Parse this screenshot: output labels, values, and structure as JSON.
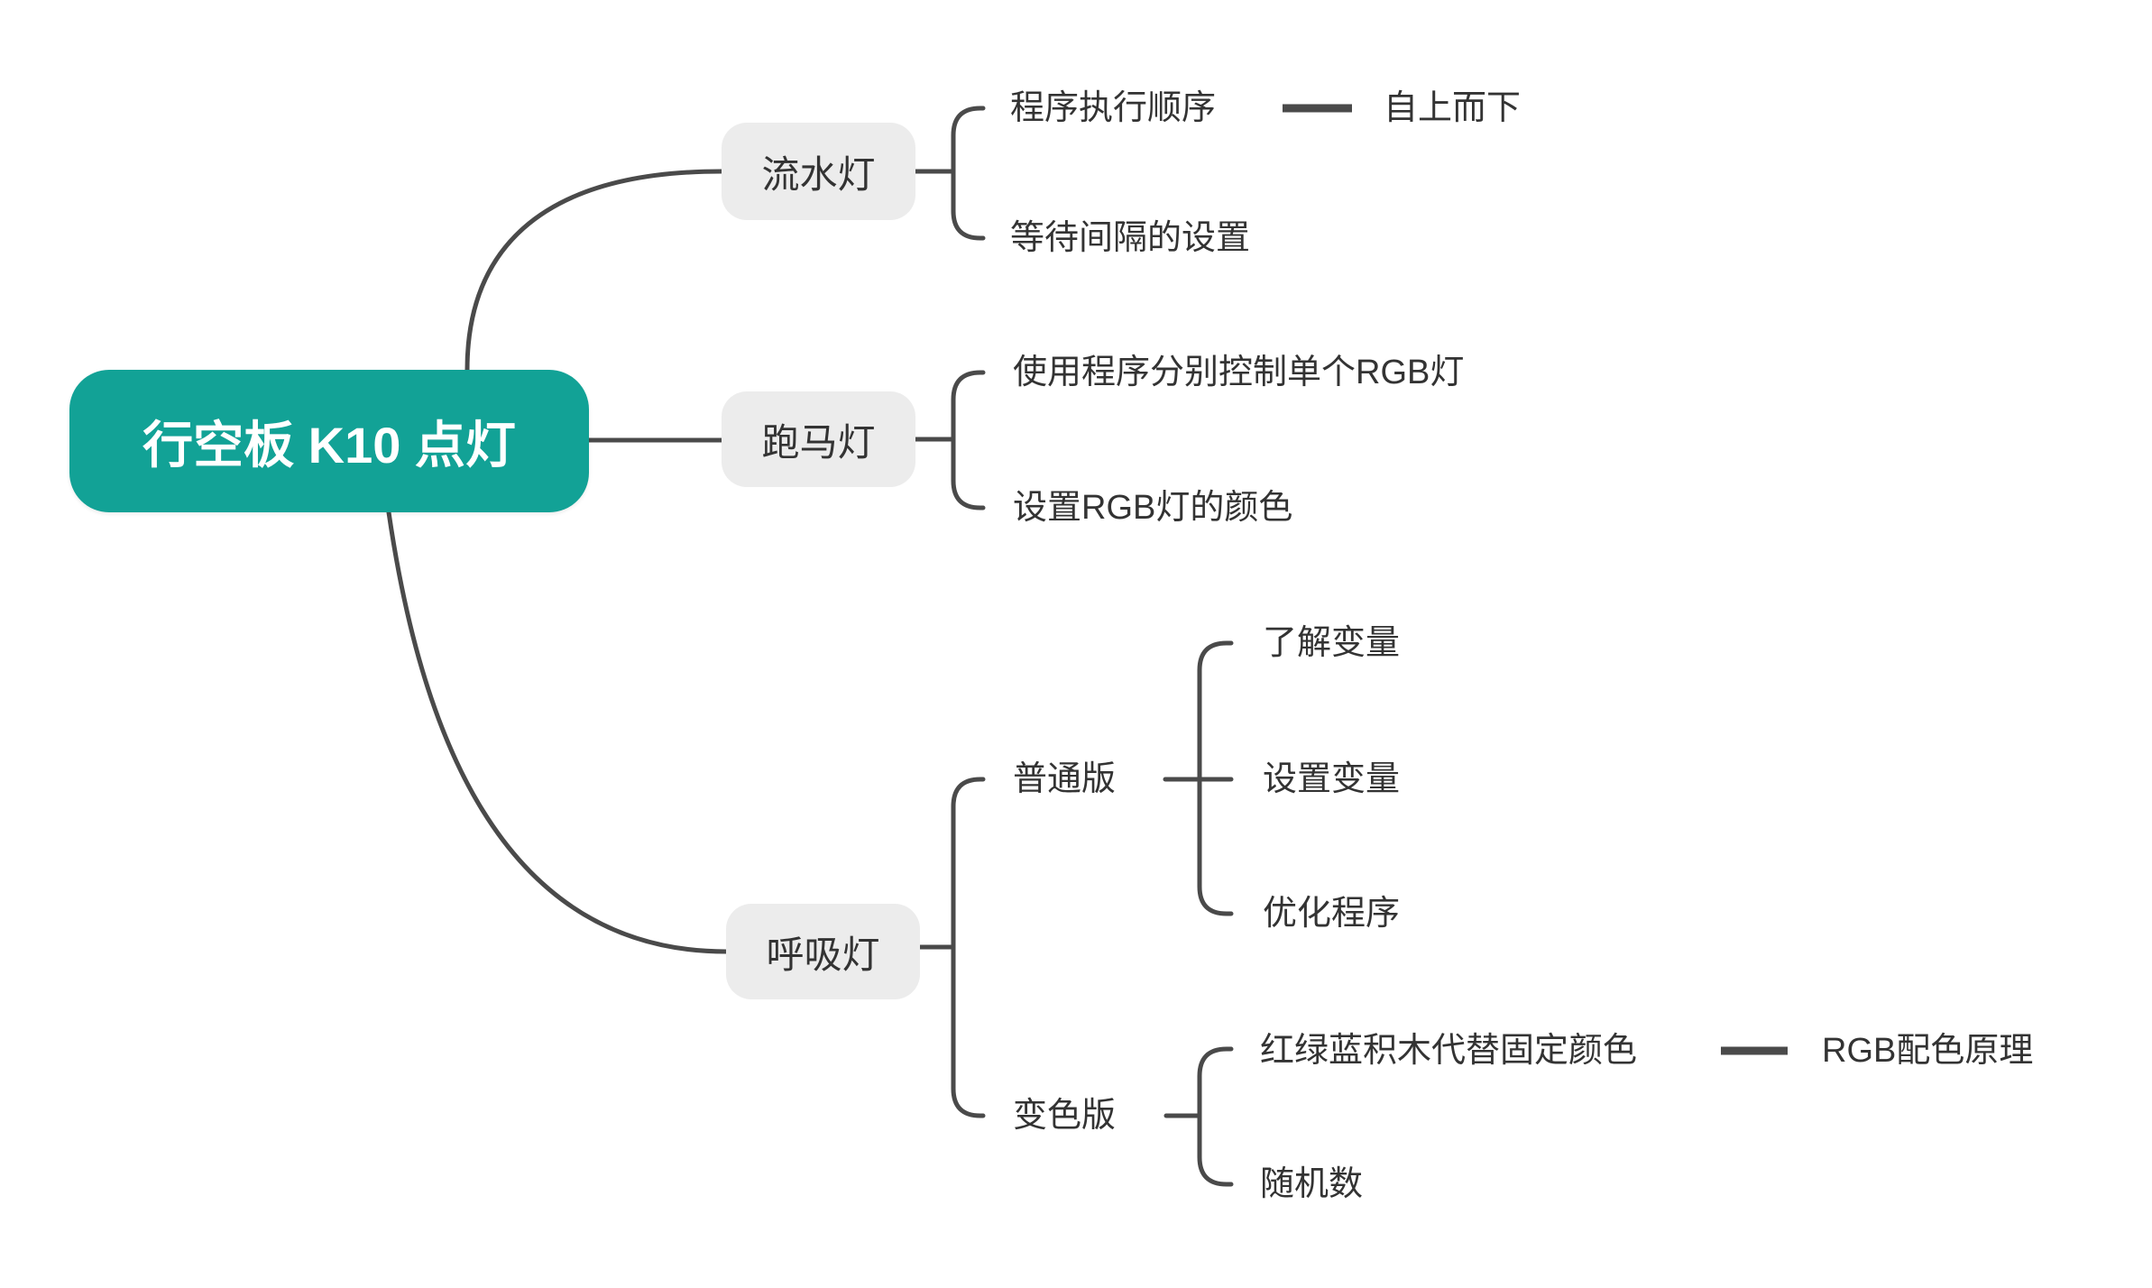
{
  "diagram": {
    "title": "行空板 K10 点灯 mind map",
    "root": {
      "label": "行空板 K10 点灯"
    },
    "branches": [
      {
        "label": "流水灯",
        "children": [
          {
            "label": "程序执行顺序",
            "children": [
              {
                "label": "自上而下"
              }
            ]
          },
          {
            "label": "等待间隔的设置"
          }
        ]
      },
      {
        "label": "跑马灯",
        "children": [
          {
            "label": "使用程序分别控制单个RGB灯"
          },
          {
            "label": "设置RGB灯的颜色"
          }
        ]
      },
      {
        "label": "呼吸灯",
        "children": [
          {
            "label": "普通版",
            "children": [
              {
                "label": "了解变量"
              },
              {
                "label": "设置变量"
              },
              {
                "label": "优化程序"
              }
            ]
          },
          {
            "label": "变色版",
            "children": [
              {
                "label": "红绿蓝积木代替固定颜色",
                "children": [
                  {
                    "label": "RGB配色原理"
                  }
                ]
              },
              {
                "label": "随机数"
              }
            ]
          }
        ]
      }
    ]
  },
  "colors": {
    "root_fill": "#12A296",
    "root_text": "#FFFFFF",
    "branch_fill": "#ECECEC",
    "text": "#333333",
    "line": "#4A4A4A",
    "background": "#FFFFFF"
  }
}
